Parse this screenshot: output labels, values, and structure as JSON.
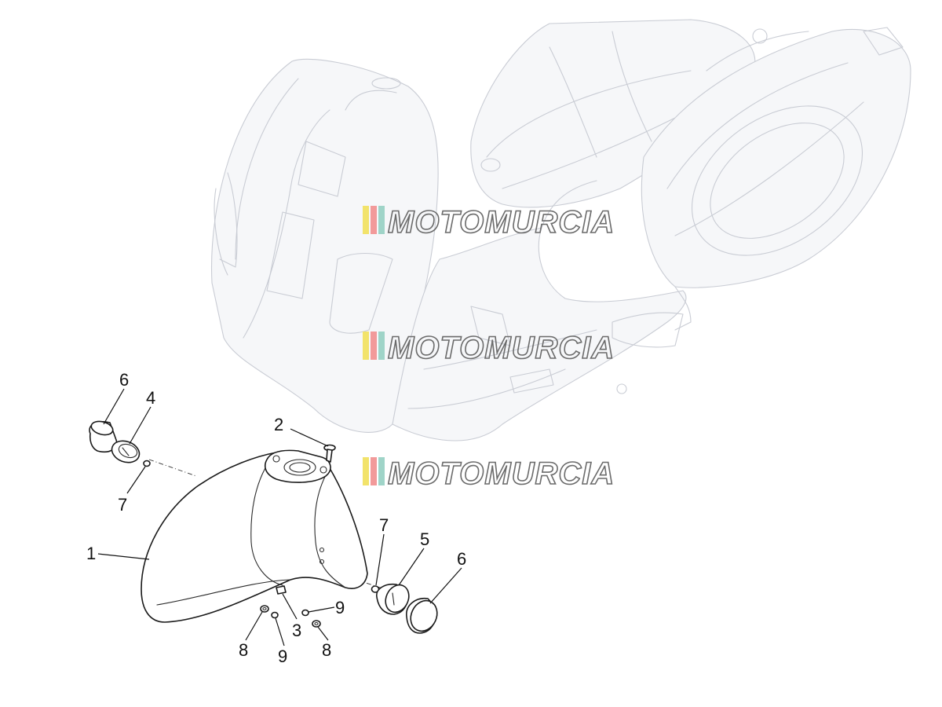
{
  "callouts": [
    {
      "label": "1",
      "part": "front-mudguard"
    },
    {
      "label": "2",
      "part": "screw"
    },
    {
      "label": "3",
      "part": "clip"
    },
    {
      "label": "4",
      "part": "left-hub-cover-ring"
    },
    {
      "label": "5",
      "part": "right-hub-cover-ring"
    },
    {
      "label": "6",
      "part": "left-hub-cap"
    },
    {
      "label": "6",
      "part": "right-hub-cap"
    },
    {
      "label": "7",
      "part": "left-nut"
    },
    {
      "label": "7",
      "part": "right-nut"
    },
    {
      "label": "8",
      "part": "left-washer"
    },
    {
      "label": "8",
      "part": "right-washer"
    },
    {
      "label": "9",
      "part": "left-lower-nut"
    },
    {
      "label": "9",
      "part": "right-upper-nut"
    }
  ],
  "watermark": {
    "text": "MOTOMURCIA",
    "colors": [
      "#f2e36b",
      "#f29a9a",
      "#9fd4c8"
    ]
  }
}
